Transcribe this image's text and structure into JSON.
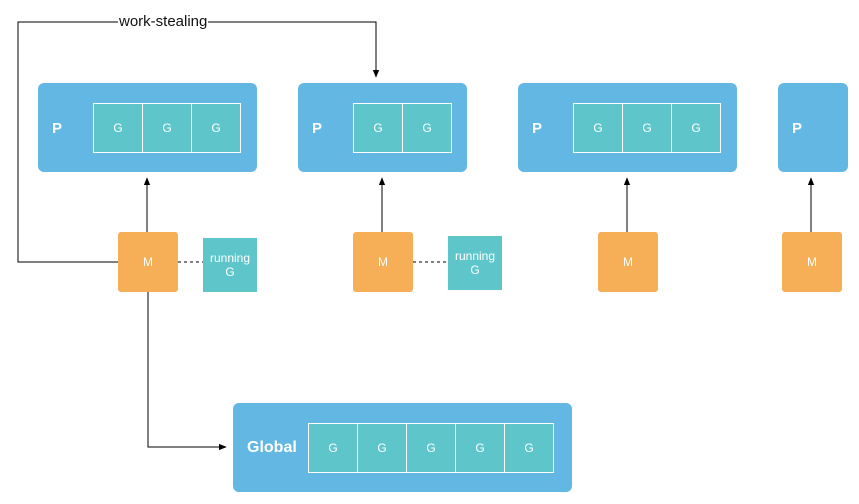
{
  "work_stealing_label": "work-stealing",
  "processors": [
    {
      "label": "P",
      "queue": [
        "G",
        "G",
        "G"
      ]
    },
    {
      "label": "P",
      "queue": [
        "G",
        "G"
      ]
    },
    {
      "label": "P",
      "queue": [
        "G",
        "G",
        "G"
      ]
    },
    {
      "label": "P",
      "queue": []
    }
  ],
  "machines": [
    {
      "label": "M",
      "running": {
        "line1": "running",
        "line2": "G"
      }
    },
    {
      "label": "M",
      "running": {
        "line1": "running",
        "line2": "G"
      }
    },
    {
      "label": "M"
    },
    {
      "label": "M"
    }
  ],
  "global_queue": {
    "label": "Global",
    "queue": [
      "G",
      "G",
      "G",
      "G",
      "G"
    ]
  },
  "colors": {
    "processor": "#62b8e2",
    "goroutine": "#5ec6cb",
    "machine": "#f6ae57",
    "line": "#000000"
  }
}
